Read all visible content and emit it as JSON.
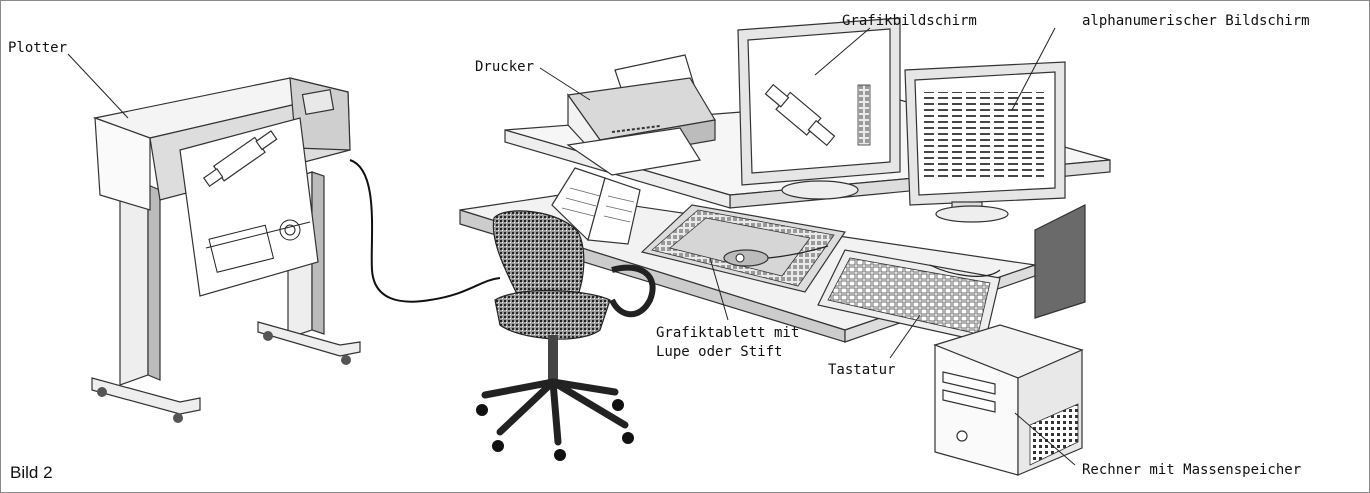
{
  "caption": "Bild 2",
  "labels": {
    "plotter": "Plotter",
    "drucker": "Drucker",
    "grafikbildschirm": "Grafikbildschirm",
    "alpha_bildschirm": "alphanumerischer Bildschirm",
    "grafiktablett_line1": "Grafiktablett mit",
    "grafiktablett_line2": "Lupe oder Stift",
    "tastatur": "Tastatur",
    "rechner": "Rechner mit Massenspeicher"
  },
  "icons": [
    "plotter-icon",
    "printer-icon",
    "graphics-monitor-icon",
    "text-monitor-icon",
    "graphics-tablet-icon",
    "keyboard-icon",
    "computer-tower-icon",
    "office-chair-icon",
    "open-book-icon"
  ]
}
